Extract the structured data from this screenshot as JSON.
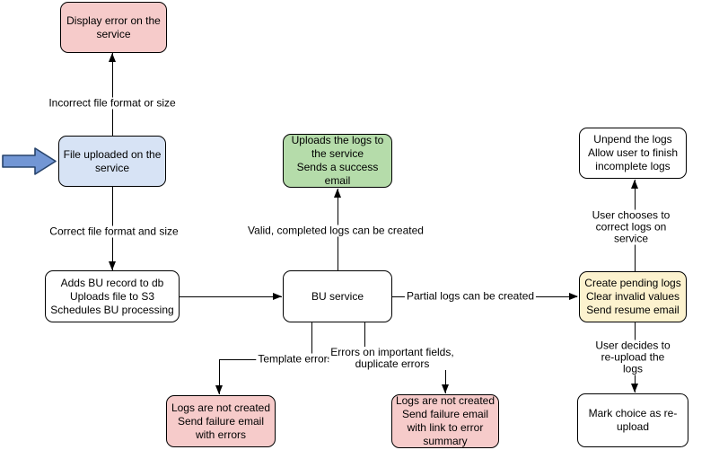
{
  "diagram": {
    "nodes": {
      "display_error": {
        "label": "Display error on the\nservice"
      },
      "file_uploaded": {
        "label": "File uploaded on the\nservice"
      },
      "adds_bu_record": {
        "label": "Adds BU record to db\nUploads file to S3\nSchedules BU processing"
      },
      "bu_service": {
        "label": "BU service"
      },
      "uploads_logs": {
        "label": "Uploads the logs to\nthe service\nSends a success\nemail"
      },
      "unpend_logs": {
        "label": "Unpend the logs\nAllow user to finish\nincomplete logs"
      },
      "create_pending_logs": {
        "label": "Create pending logs\nClear invalid values\nSend resume email"
      },
      "mark_reupload": {
        "label": "Mark choice as re-\nupload"
      },
      "logs_not_created_errors": {
        "label": "Logs are not created\nSend failure email\nwith errors"
      },
      "logs_not_created_summary": {
        "label": "Logs are not created\nSend failure email\nwith link to error\nsummary"
      }
    },
    "edge_labels": {
      "incorrect_file": "Incorrect file format or size",
      "correct_file": "Correct file format and size",
      "valid_completed": "Valid, completed logs can be created",
      "partial_logs": "Partial logs can be created",
      "template_errors": "Template errors",
      "important_fields": "Errors on important fields,\nduplicate errors",
      "user_corrects": "User chooses to correct logs on service",
      "user_reuploads": "User decides to re-upload the logs"
    },
    "colors": {
      "pink_fill": "#f6cbca",
      "blue_fill": "#d7e3f5",
      "green_fill": "#b5dcaa",
      "yellow_fill": "#fcf2ce",
      "white_fill": "#ffffff",
      "line": "#000000",
      "entry_arrow_fill": "#7296d4",
      "entry_arrow_stroke": "#27436b"
    }
  }
}
